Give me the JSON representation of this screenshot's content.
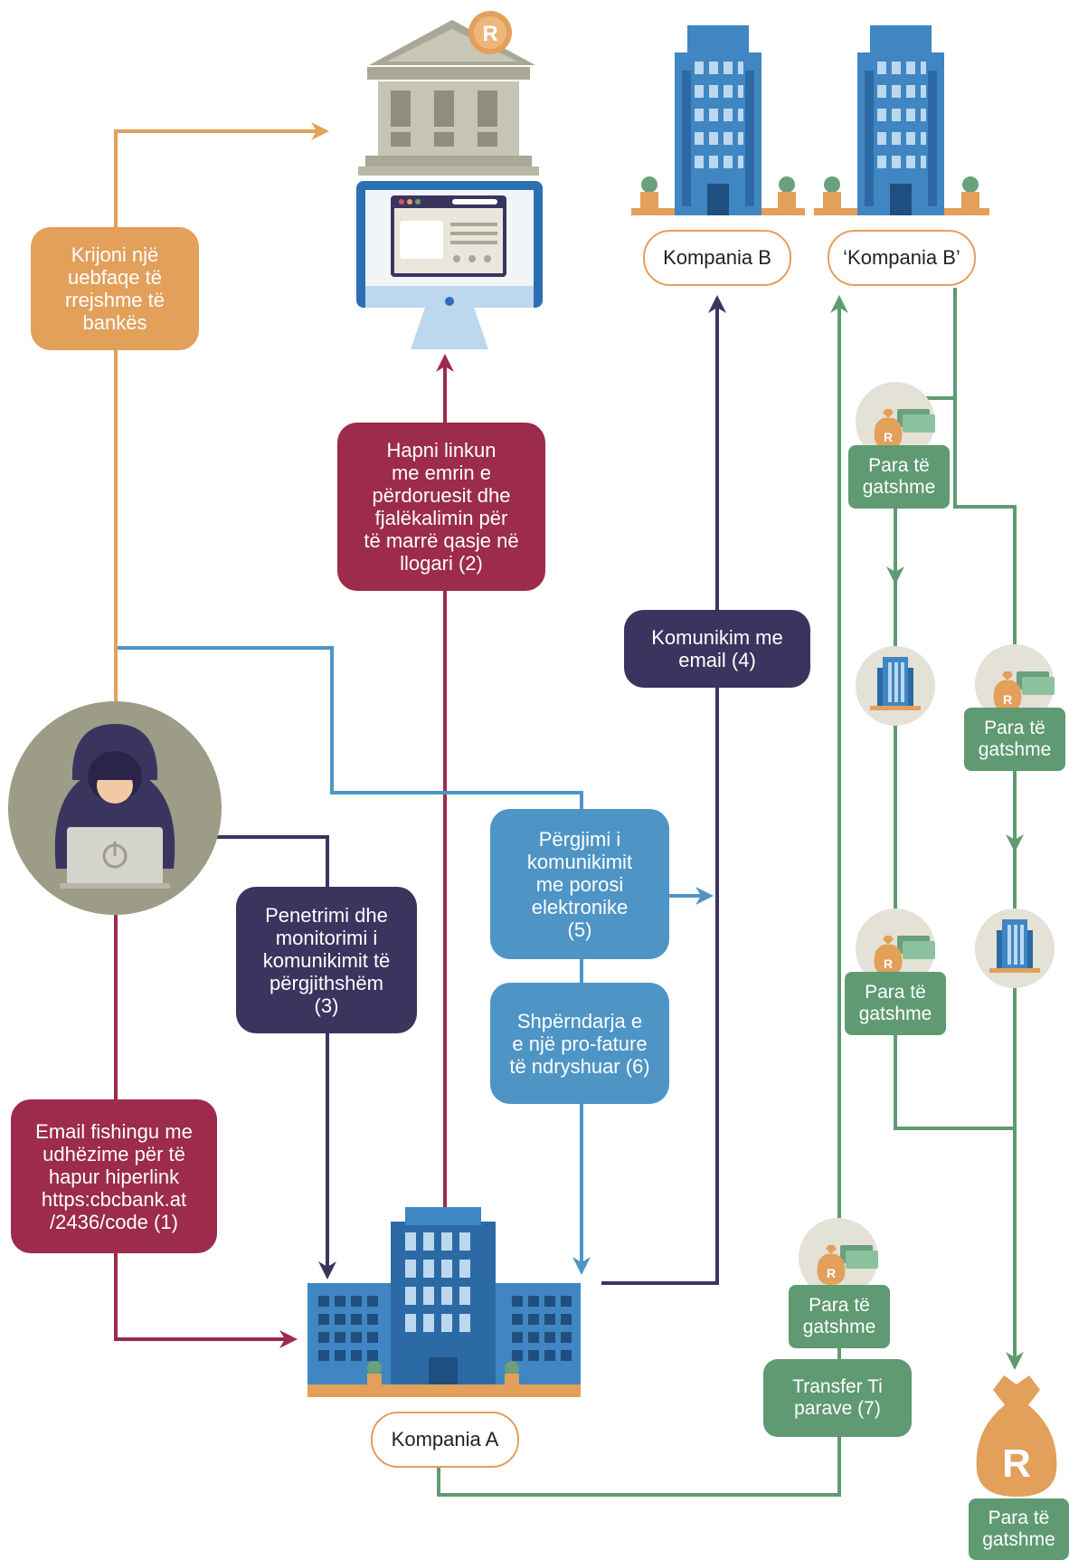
{
  "steps": {
    "fake_site": "Krijoni një\nuebfaqe të\nrrejshme të\nbankës",
    "open_link": "Hapni linkun\nme emrin e\npërdoruesit dhe\nfjalëkalimin për\ntë marrë qasje në\nllogari (2)",
    "email_comm": "Komunikim me\nemail (4)",
    "intercept": "Përgjimi i\nkomunikimit\nme porosi\nelektronike\n(5)",
    "altered_invoice": "Shpërndarja e\ne një pro-fature\ntë ndryshuar (6)",
    "penetration": "Penetrimi dhe\nmonitorimi i\nkomunikimit të\npërgjithshëm\n(3)",
    "phishing": "Email fishingu me\nudhëzime për të\nhapur hiperlink\nhttps:cbcbank.at\n/2436/code (1)",
    "transfer": "Transfer Ti\nparave (7)"
  },
  "companies": {
    "company_a": "Kompania A",
    "company_b": "Kompania B",
    "company_b_fake": "‘Kompania B’"
  },
  "cash_label": "Para të\ngatshme",
  "bank_badge": "R",
  "money_bag_letter": "R",
  "colors": {
    "orange": "#e2a05b",
    "red": "#9c2b4c",
    "navy": "#3a355f",
    "blue": "#4e95c6",
    "green": "#5f9a72",
    "building": "#3f86c2",
    "bank": "#b9b8a6"
  }
}
